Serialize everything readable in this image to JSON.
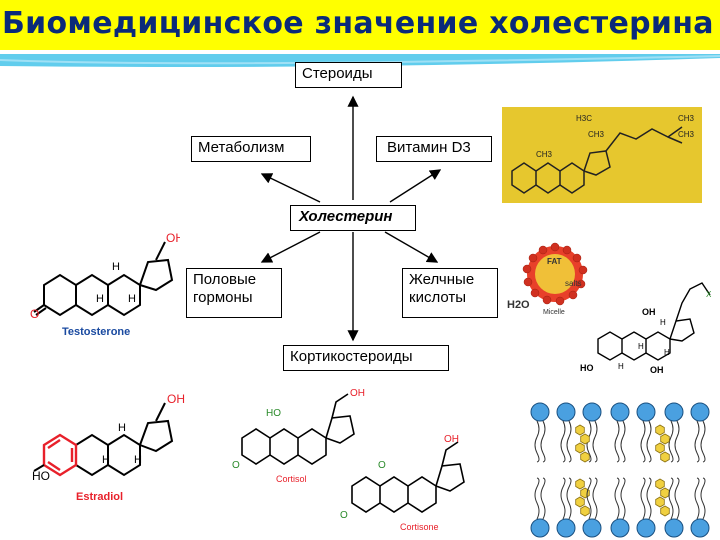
{
  "slide": {
    "title": "Биомедицинское значение холестерина",
    "colors": {
      "title_bg": "#ffff00",
      "title_text": "#0a2a7a",
      "strip": "#39c0e8",
      "panel_yellow": "#e6c72e",
      "red_bond": "#e8202a"
    }
  },
  "diagram": {
    "center": "Холестерин",
    "nodes": {
      "top": "Стероиды",
      "upper_left": "Метаболизм",
      "upper_right": "Витамин D3",
      "lower_left": "Половые гормоны",
      "lower_right": "Желчные кислоты",
      "bottom": "Кортикостероиды"
    }
  },
  "molecules": {
    "testosterone": {
      "name": "Testosterone",
      "substituent": "OH",
      "oxo": "O",
      "hydrogens": "H"
    },
    "estradiol": {
      "name": "Estradiol",
      "substituent": "OH",
      "phenol": "HO",
      "hydrogens": "H"
    },
    "cortisol": {
      "name": "Cortisol",
      "labels": [
        "HO",
        "O",
        "OH"
      ]
    },
    "cortisone": {
      "name": "Cortisone",
      "labels": [
        "O",
        "O",
        "OH"
      ]
    },
    "cholesterol": {
      "labels": [
        "H3C",
        "CH3",
        "CH3",
        "CH3",
        "CH3"
      ]
    },
    "micelle": {
      "label": "Micelle",
      "fat": "FAT",
      "salts": "salts",
      "water": "H2O"
    },
    "bile_acid": {
      "labels": [
        "OH",
        "HO",
        "OH",
        "H",
        "H",
        "H",
        "H",
        "X"
      ]
    }
  }
}
